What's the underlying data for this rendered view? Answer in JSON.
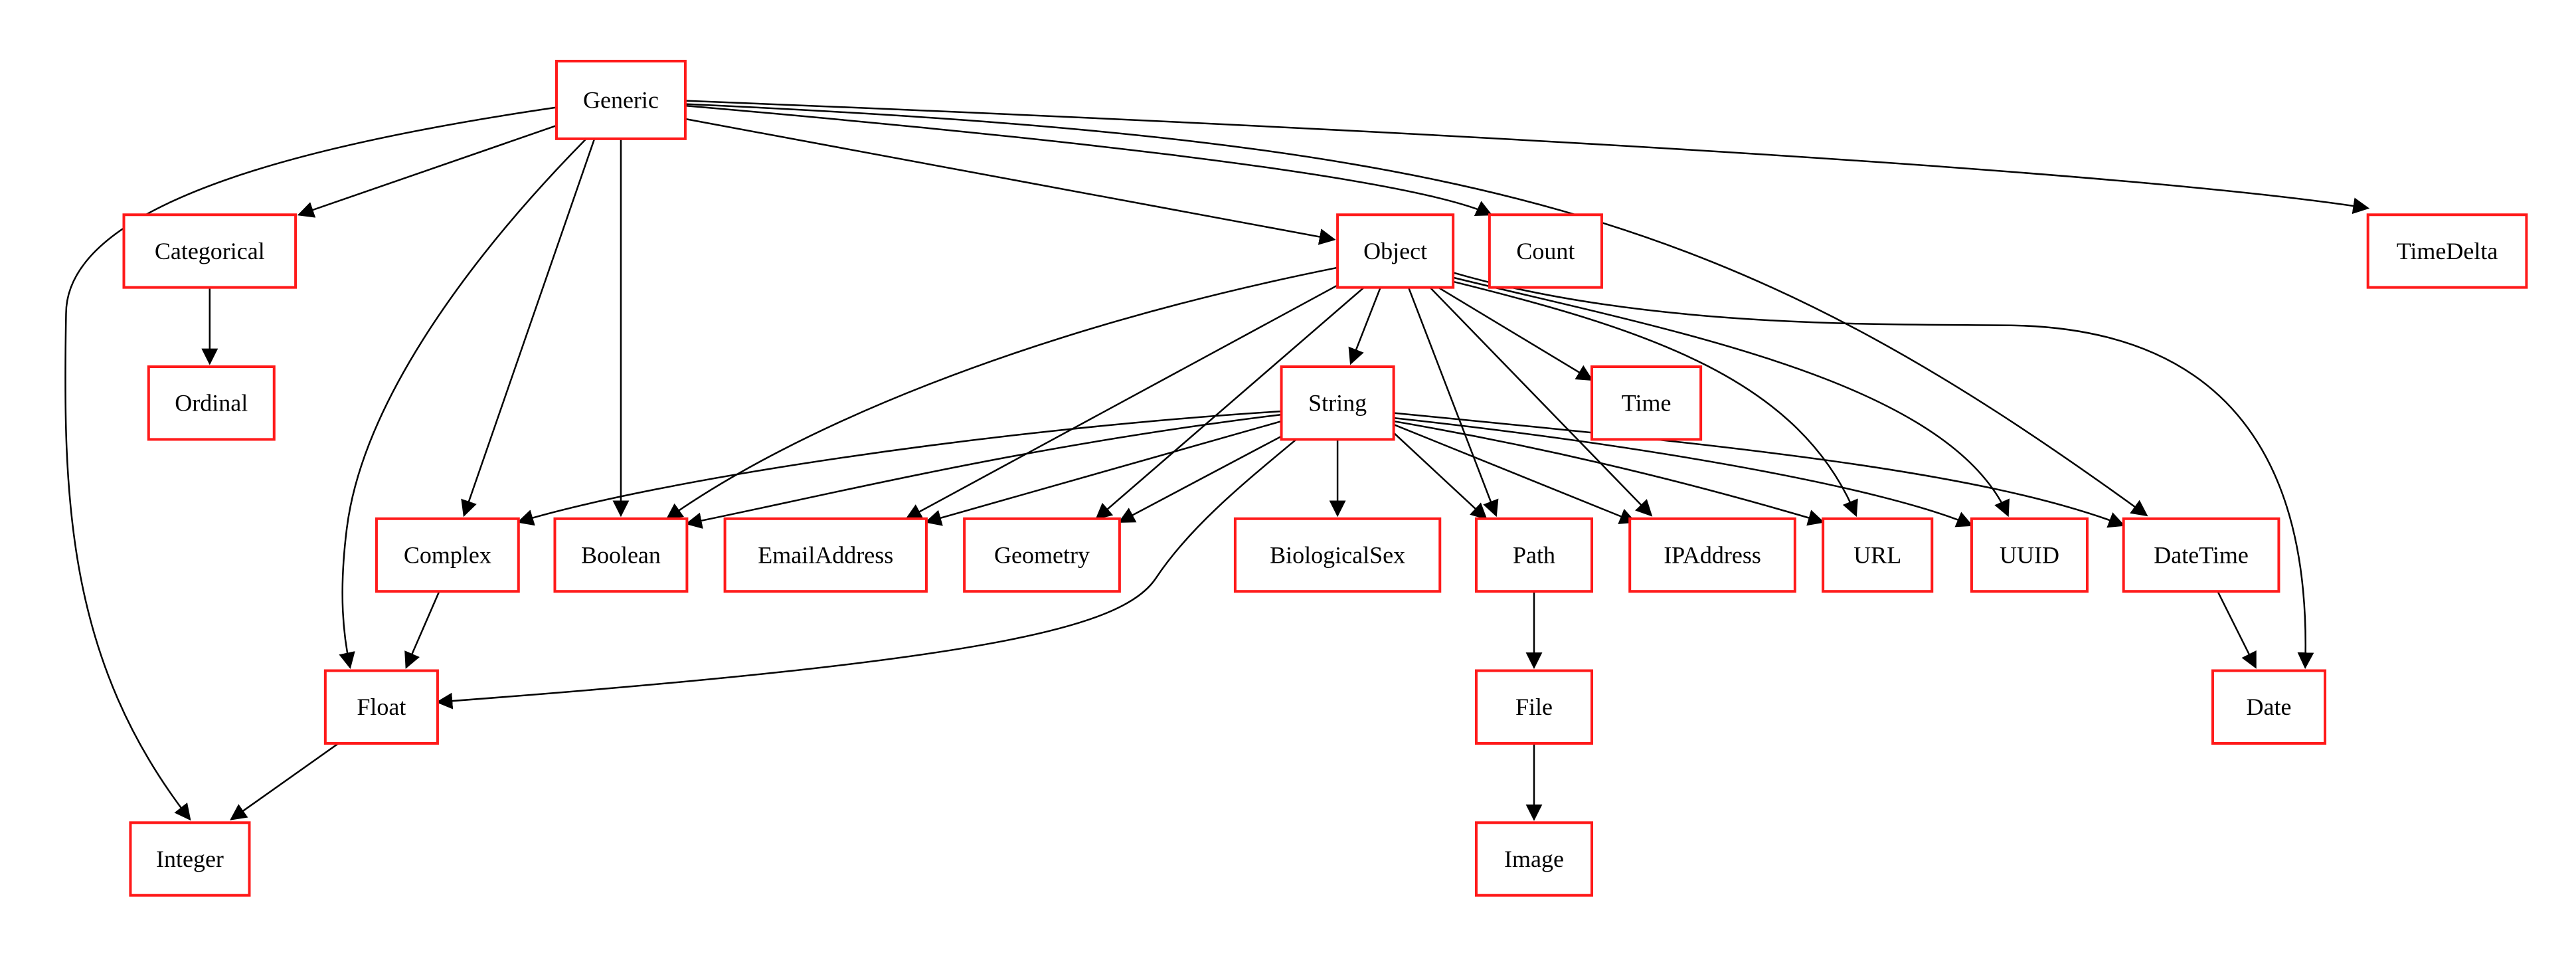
{
  "diagram": {
    "nodes": [
      {
        "id": "Generic",
        "label": "Generic"
      },
      {
        "id": "Categorical",
        "label": "Categorical"
      },
      {
        "id": "Ordinal",
        "label": "Ordinal"
      },
      {
        "id": "Object",
        "label": "Object"
      },
      {
        "id": "Count",
        "label": "Count"
      },
      {
        "id": "TimeDelta",
        "label": "TimeDelta"
      },
      {
        "id": "String",
        "label": "String"
      },
      {
        "id": "Time",
        "label": "Time"
      },
      {
        "id": "Complex",
        "label": "Complex"
      },
      {
        "id": "Boolean",
        "label": "Boolean"
      },
      {
        "id": "EmailAddress",
        "label": "EmailAddress"
      },
      {
        "id": "Geometry",
        "label": "Geometry"
      },
      {
        "id": "BiologicalSex",
        "label": "BiologicalSex"
      },
      {
        "id": "Path",
        "label": "Path"
      },
      {
        "id": "IPAddress",
        "label": "IPAddress"
      },
      {
        "id": "URL",
        "label": "URL"
      },
      {
        "id": "UUID",
        "label": "UUID"
      },
      {
        "id": "DateTime",
        "label": "DateTime"
      },
      {
        "id": "Float",
        "label": "Float"
      },
      {
        "id": "File",
        "label": "File"
      },
      {
        "id": "Date",
        "label": "Date"
      },
      {
        "id": "Integer",
        "label": "Integer"
      },
      {
        "id": "Image",
        "label": "Image"
      }
    ],
    "edges": [
      {
        "from": "Generic",
        "to": "Integer"
      },
      {
        "from": "Generic",
        "to": "Categorical"
      },
      {
        "from": "Generic",
        "to": "Float"
      },
      {
        "from": "Generic",
        "to": "Complex"
      },
      {
        "from": "Generic",
        "to": "Boolean"
      },
      {
        "from": "Generic",
        "to": "Object"
      },
      {
        "from": "Generic",
        "to": "Count"
      },
      {
        "from": "Generic",
        "to": "TimeDelta"
      },
      {
        "from": "Generic",
        "to": "DateTime"
      },
      {
        "from": "Categorical",
        "to": "Ordinal"
      },
      {
        "from": "Object",
        "to": "Boolean"
      },
      {
        "from": "Object",
        "to": "EmailAddress"
      },
      {
        "from": "Object",
        "to": "Geometry"
      },
      {
        "from": "Object",
        "to": "String"
      },
      {
        "from": "Object",
        "to": "Time"
      },
      {
        "from": "Object",
        "to": "Path"
      },
      {
        "from": "Object",
        "to": "IPAddress"
      },
      {
        "from": "Object",
        "to": "URL"
      },
      {
        "from": "Object",
        "to": "UUID"
      },
      {
        "from": "Object",
        "to": "Date"
      },
      {
        "from": "String",
        "to": "Complex"
      },
      {
        "from": "String",
        "to": "Boolean"
      },
      {
        "from": "String",
        "to": "EmailAddress"
      },
      {
        "from": "String",
        "to": "Geometry"
      },
      {
        "from": "String",
        "to": "BiologicalSex"
      },
      {
        "from": "String",
        "to": "Path"
      },
      {
        "from": "String",
        "to": "IPAddress"
      },
      {
        "from": "String",
        "to": "URL"
      },
      {
        "from": "String",
        "to": "UUID"
      },
      {
        "from": "String",
        "to": "DateTime"
      },
      {
        "from": "String",
        "to": "Float"
      },
      {
        "from": "Complex",
        "to": "Float"
      },
      {
        "from": "Float",
        "to": "Integer"
      },
      {
        "from": "Path",
        "to": "File"
      },
      {
        "from": "File",
        "to": "Image"
      },
      {
        "from": "DateTime",
        "to": "Date"
      }
    ]
  }
}
